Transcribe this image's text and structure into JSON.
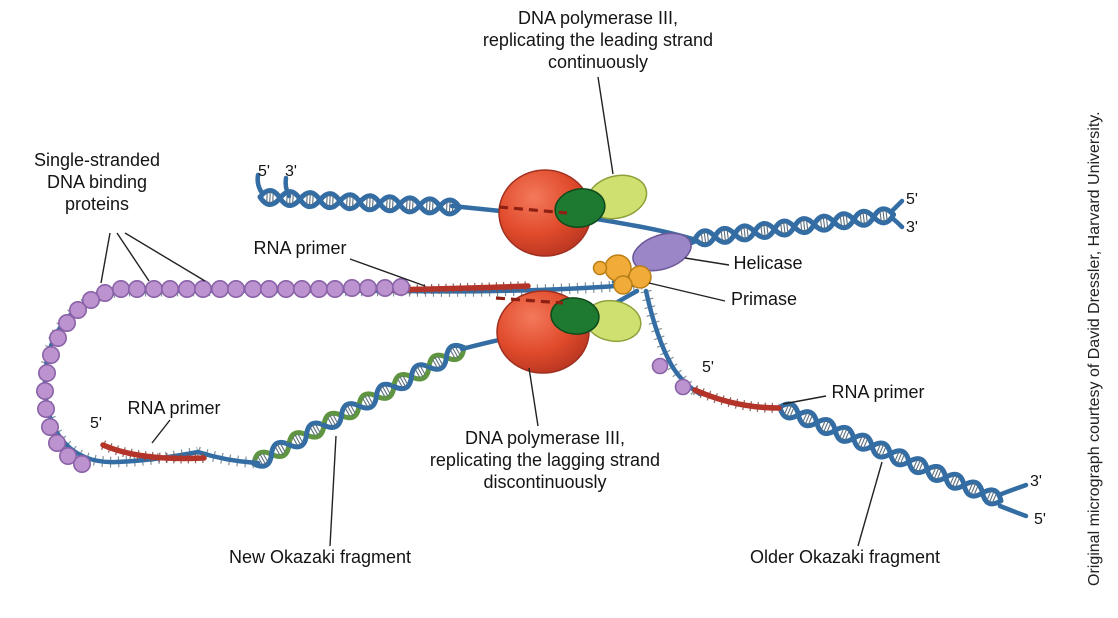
{
  "figure": {
    "labels": {
      "leading": "DNA polymerase III,\nreplicating the leading strand\ncontinuously",
      "ssb": "Single-stranded\nDNA binding\nproteins",
      "rna_primer_top": "RNA primer",
      "rna_primer_left": "RNA primer",
      "rna_primer_right": "RNA primer",
      "helicase": "Helicase",
      "primase": "Primase",
      "lagging": "DNA polymerase III,\nreplicating the lagging strand\ndiscontinuously",
      "new_okazaki": "New Okazaki fragment",
      "older_okazaki": "Older Okazaki fragment"
    },
    "ends": {
      "top_left_5": "5'",
      "top_left_3": "3'",
      "right_top_5": "5'",
      "right_top_3": "3'",
      "loop_left_5": "5'",
      "right_mid_5": "5'",
      "far_right_3": "3'",
      "far_right_5": "5'"
    },
    "credit": "Original micrograph courtesy of David Dressler, Harvard University.",
    "colors": {
      "dna_strand": "#336da3",
      "new_strand": "#5f9440",
      "rna_primer": "#b5342a",
      "ssb_protein": "#bc93cf",
      "polymerase_body": "#dd4528",
      "polymerase_core_dark": "#1e7a30",
      "polymerase_core_light": "#cfe070",
      "helicase": "#9b86c8",
      "primase": "#f0ab38"
    }
  }
}
